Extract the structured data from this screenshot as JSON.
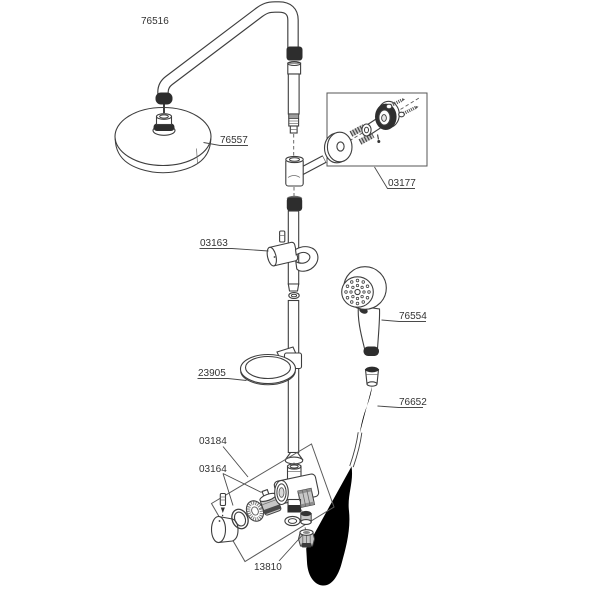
{
  "figure_type": "exploded parts diagram",
  "colors": {
    "background": "#ffffff",
    "line": "#3e3e3e",
    "text": "#333333"
  },
  "diagram": {
    "labels": [
      {
        "text": "76516"
      },
      {
        "text": "76557"
      },
      {
        "text": "03177"
      },
      {
        "text": "03163"
      },
      {
        "text": "76554"
      },
      {
        "text": "23905"
      },
      {
        "text": "76652"
      },
      {
        "text": "03184"
      },
      {
        "text": "03164"
      },
      {
        "text": "13810"
      }
    ]
  }
}
